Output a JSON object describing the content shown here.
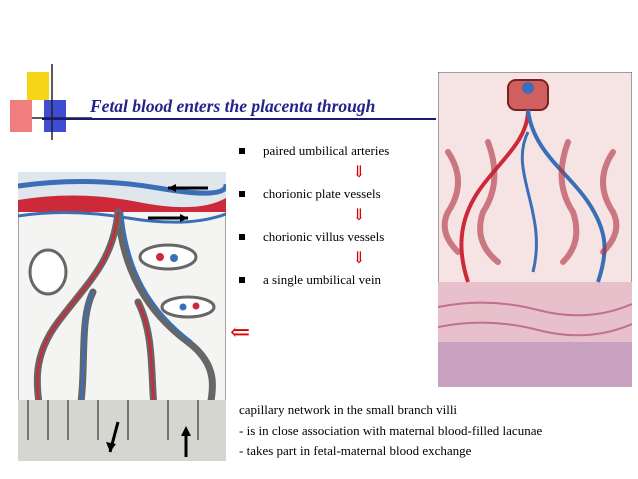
{
  "slide": {
    "title": "Fetal blood enters the placenta through",
    "bullets": [
      "paired umbilical arteries",
      "chorionic plate vessels",
      "chorionic villus vessels",
      "a single umbilical vein"
    ],
    "down_arrow_glyph": "⇓",
    "left_arrow_glyph": "⇐",
    "notes": [
      "capillary network in the small branch villi",
      "- is in close association with maternal blood-filled lacunae",
      "- takes part in fetal-maternal blood exchange"
    ],
    "colors": {
      "title": "#23238a",
      "arrows": "#d20000",
      "logo_yellow": "#f5d000",
      "logo_red": "#e03030",
      "logo_blue": "#2a3ad0"
    }
  }
}
